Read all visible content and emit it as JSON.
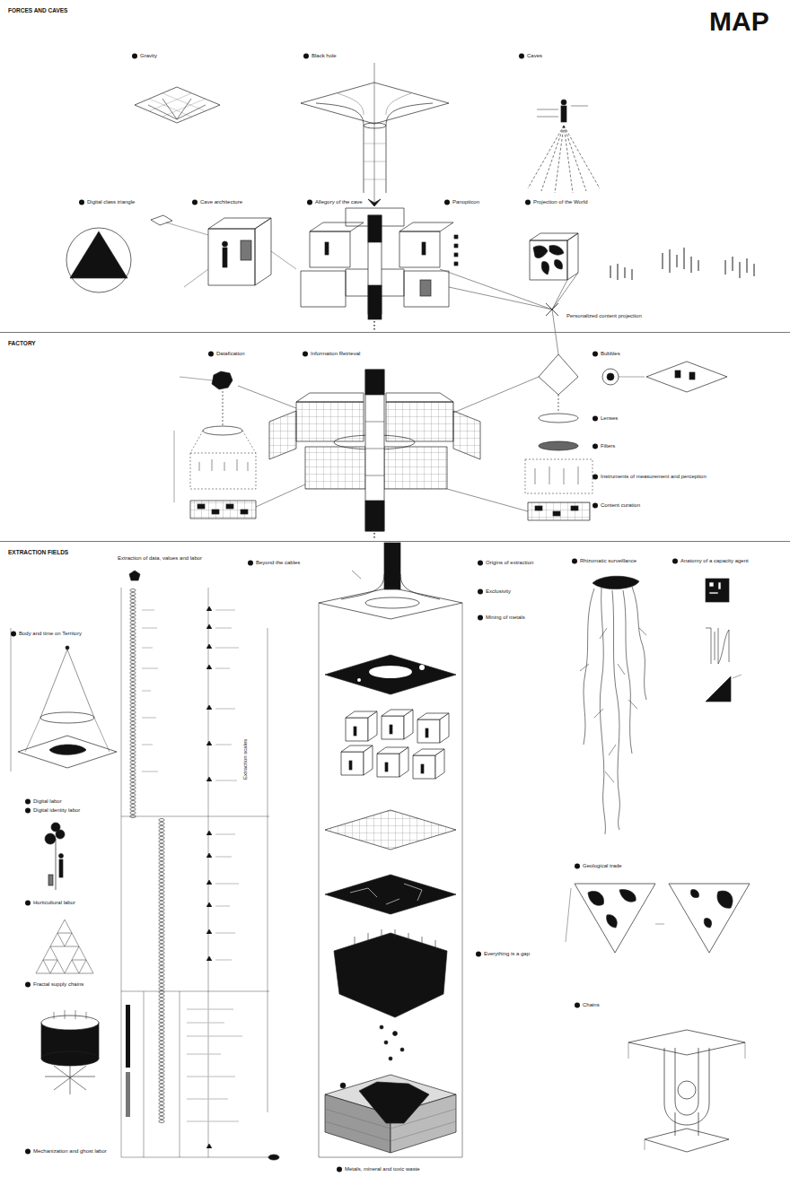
{
  "diagram": {
    "title": "MAP",
    "nodes": [
      {
        "text": [
          "FORCES AND CAVES"
        ]
      },
      {
        "text": [
          "FACTORY"
        ]
      },
      {
        "text": [
          "EXTRACTION FIELDS"
        ]
      }
    ],
    "labels": [
      "Gravity",
      "Black hole",
      "Caves",
      "Digital class triangle",
      "Cave architecture",
      "Allegory of the cave",
      "Panopticon",
      "Projection of the World",
      "Personalized content projection",
      "Datafication",
      "Information Retrieval",
      "Bubbles",
      "Lenses",
      "Filters",
      "Instruments of measurement and perception",
      "Content curation",
      "Extraction of data, values and labor",
      "Beyond the cables",
      "Origins of extraction",
      "Exclusivity",
      "Mining of metals",
      "Rhizomatic surveillance",
      "Anatomy of a capacity agent",
      "Body and time on Territory",
      "Digital labor",
      "Digital identity labor",
      "Horticultural labor",
      "Fractal supply chains",
      "Mechanization and ghost labor",
      "Everything is a gap",
      "Geological trade",
      "Chains",
      "Metals, mineral and toxic waste",
      "Extraction scales"
    ]
  }
}
